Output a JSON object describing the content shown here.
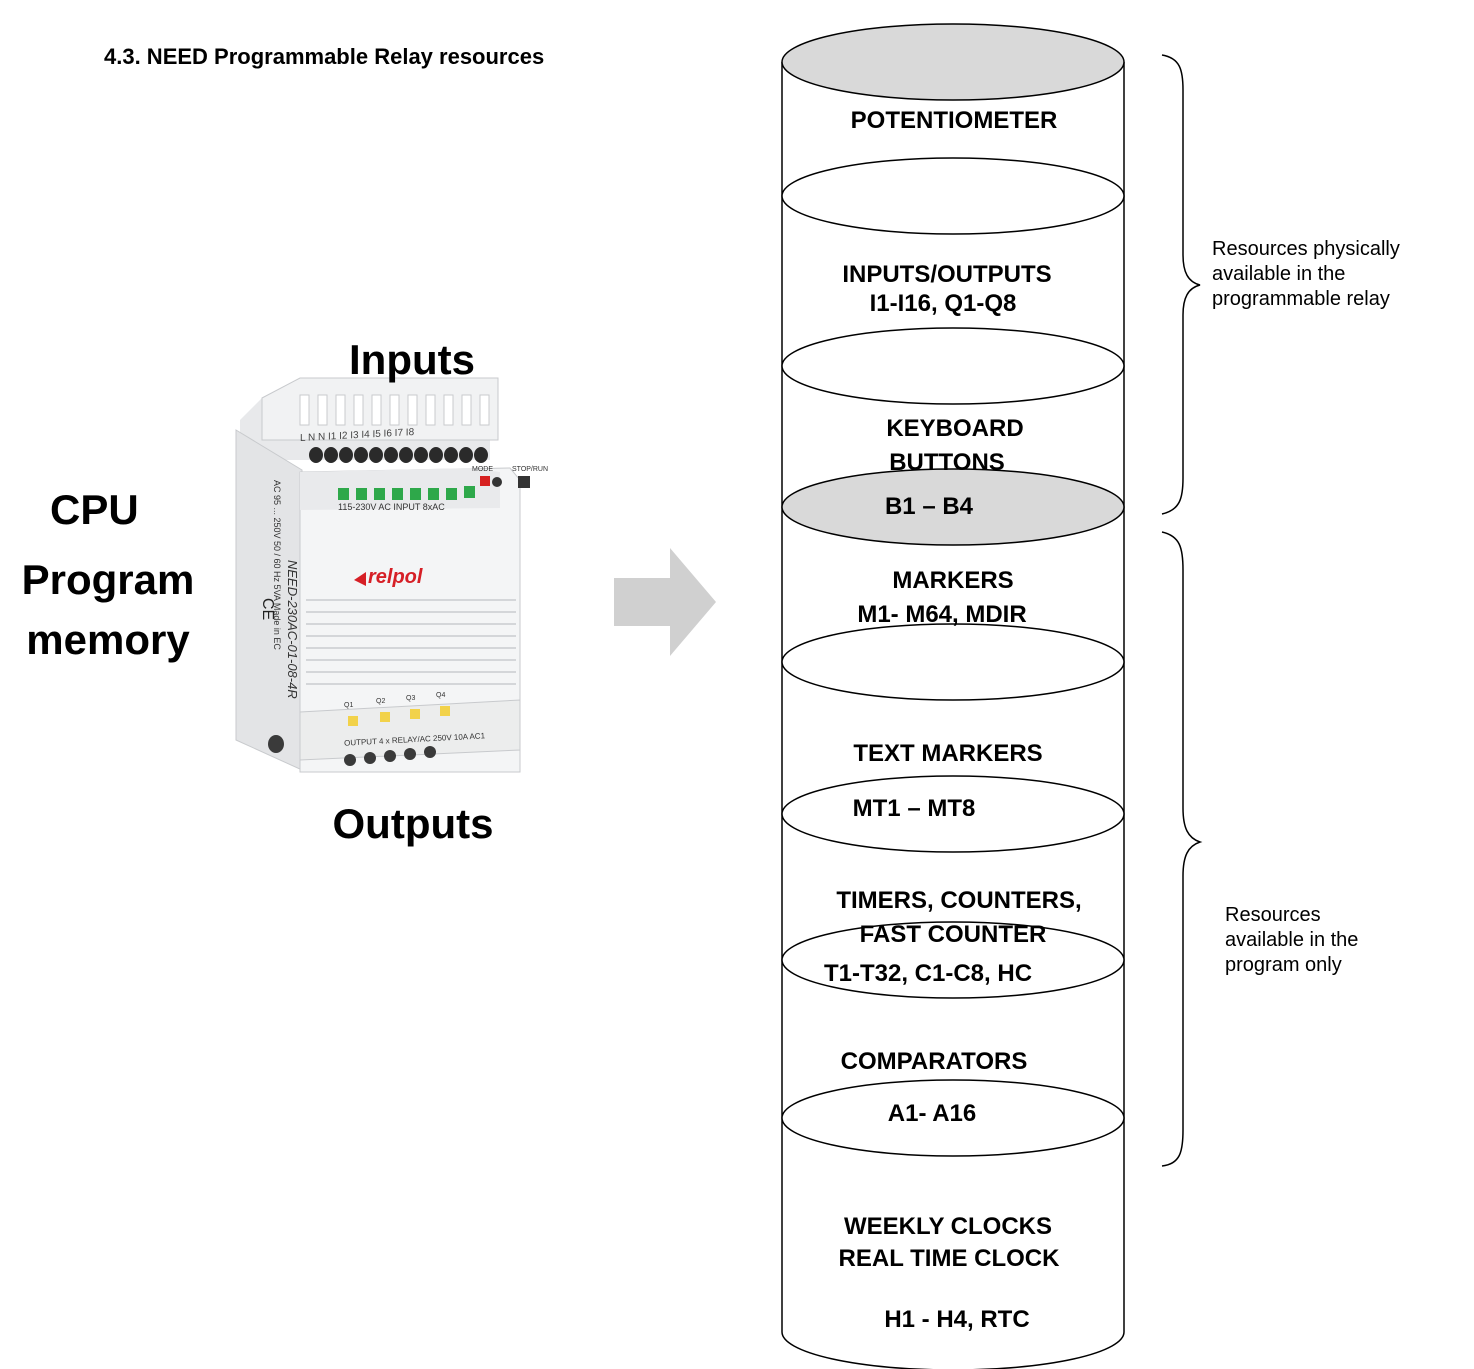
{
  "heading": "4.3. NEED Programmable Relay resources",
  "left_labels": {
    "cpu": "CPU",
    "program": "Program",
    "memory": "memory",
    "inputs": "Inputs",
    "outputs": "Outputs"
  },
  "device": {
    "terminals_top": "L  N  N  I1  I2  I3  I4  I5  I6  I7  I8",
    "input_strip": "115-230V AC INPUT 8xAC",
    "mode_label": "MODE",
    "stop_run_label": "STOP/RUN",
    "brand": "relpol",
    "model": "NEED-230AC-01-08-4R",
    "ce_mark": "CE",
    "side_spec": "AC 95 ... 250V 50 / 60 Hz 5VA Made in EC",
    "output_strip": "OUTPUT 4 x RELAY/AC 250V 10A AC1",
    "output_leds": [
      "Q1",
      "Q2",
      "Q3",
      "Q4"
    ]
  },
  "cylinder": {
    "segments": [
      {
        "title": "POTENTIOMETER"
      },
      {
        "title": "INPUTS/OUTPUTS",
        "range": "I1-I16, Q1-Q8"
      },
      {
        "title": "KEYBOARD",
        "title2": "BUTTONS",
        "range": "B1 – B4"
      },
      {
        "title": "MARKERS",
        "range": "M1- M64, MDIR"
      },
      {
        "title": "TEXT MARKERS",
        "range": "MT1 – MT8"
      },
      {
        "title": "TIMERS, COUNTERS,",
        "title2": "FAST COUNTER",
        "range": "T1-T32, C1-C8, HC"
      },
      {
        "title": "COMPARATORS",
        "range": "A1- A16"
      },
      {
        "title": "WEEKLY CLOCKS",
        "title2": "REAL TIME CLOCK",
        "range": "H1 - H4, RTC"
      }
    ]
  },
  "braces": {
    "physical": [
      "Resources physically",
      "available in the",
      "programmable relay"
    ],
    "program": [
      "Resources",
      "available in the",
      "program only"
    ]
  },
  "colors": {
    "ellipse_gray": "#d9d9d9",
    "arrow_gray": "#d0d0d0",
    "led_green": "#2ea84a",
    "led_yellow": "#f2d24a",
    "led_red": "#d62020",
    "brand_red": "#d61f26"
  }
}
